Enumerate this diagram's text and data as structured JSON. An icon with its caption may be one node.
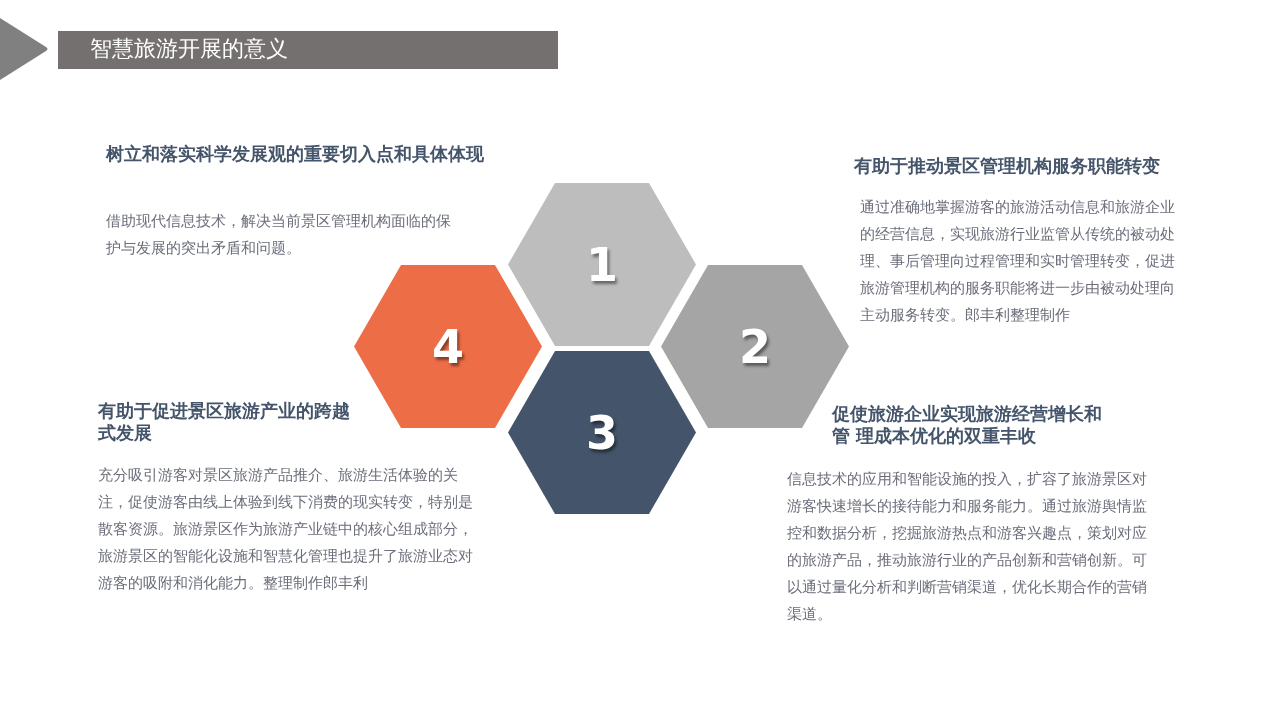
{
  "diagram": {
    "title": "智慧旅游开展的意义",
    "nodes": [
      {
        "text": [
          "1"
        ]
      },
      {
        "text": [
          "2"
        ]
      },
      {
        "text": [
          "3"
        ]
      },
      {
        "text": [
          "4"
        ]
      }
    ],
    "labels": [
      "树立和落实科学发展观的重要切入点和具体体现",
      "借助现代信息技术，解决当前景区管理机构面临的保护与发展的突出矛盾和问题。",
      "有助于推动景区管理机构服务职能转变",
      "通过准确地掌握游客的旅游活动信息和旅游企业的经营信息，实现旅游行业监管从传统的被动处理、事后管理向过程管理和实时管理转变，促进旅游管理机构的服务职能将进一步由被动处理向主动服务转变。郎丰利整理制作",
      "有助于促进景区旅游产业的跨越式发展",
      "充分吸引游客对景区旅游产品推介、旅游生活体验的关注，促使游客由线上体验到线下消费的现实转变，特别是散客资源。旅游景区作为旅游产业链中的核心组成部分，旅游景区的智能化设施和智慧化管理也提升了旅游业态对游客的吸附和消化能力。整理制作郎丰利",
      "促使旅游企业实现旅游经营增长和管 理成本优化的双重丰收",
      "信息技术的应用和智能设施的投入，扩容了旅游景区对游客快速增长的接待能力和服务能力。通过旅游舆情监控和数据分析，挖掘旅游热点和游客兴趣点，策划对应的旅游产品，推动旅游行业的产品创新和营销创新。可以通过量化分析和判断营销渠道，优化长期合作的营销渠道。"
    ]
  }
}
